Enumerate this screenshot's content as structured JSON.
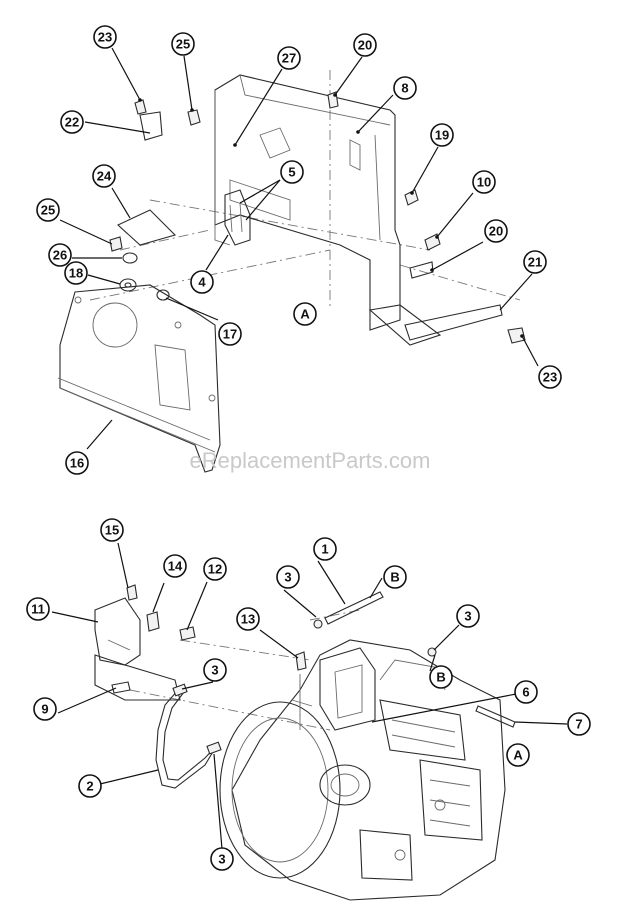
{
  "watermark": "eReplacementParts.com",
  "callouts_top": [
    {
      "label": "23"
    },
    {
      "label": "25"
    },
    {
      "label": "27"
    },
    {
      "label": "20"
    },
    {
      "label": "8"
    },
    {
      "label": "22"
    },
    {
      "label": "5"
    },
    {
      "label": "19"
    },
    {
      "label": "24"
    },
    {
      "label": "10"
    },
    {
      "label": "25"
    },
    {
      "label": "20"
    },
    {
      "label": "26"
    },
    {
      "label": "4"
    },
    {
      "label": "21"
    },
    {
      "label": "18"
    },
    {
      "label": "A"
    },
    {
      "label": "17"
    },
    {
      "label": "23"
    },
    {
      "label": "16"
    }
  ],
  "callouts_bottom": [
    {
      "label": "15"
    },
    {
      "label": "1"
    },
    {
      "label": "14"
    },
    {
      "label": "12"
    },
    {
      "label": "3"
    },
    {
      "label": "B"
    },
    {
      "label": "11"
    },
    {
      "label": "13"
    },
    {
      "label": "3"
    },
    {
      "label": "3"
    },
    {
      "label": "B"
    },
    {
      "label": "6"
    },
    {
      "label": "9"
    },
    {
      "label": "7"
    },
    {
      "label": "A"
    },
    {
      "label": "2"
    },
    {
      "label": "3"
    }
  ]
}
